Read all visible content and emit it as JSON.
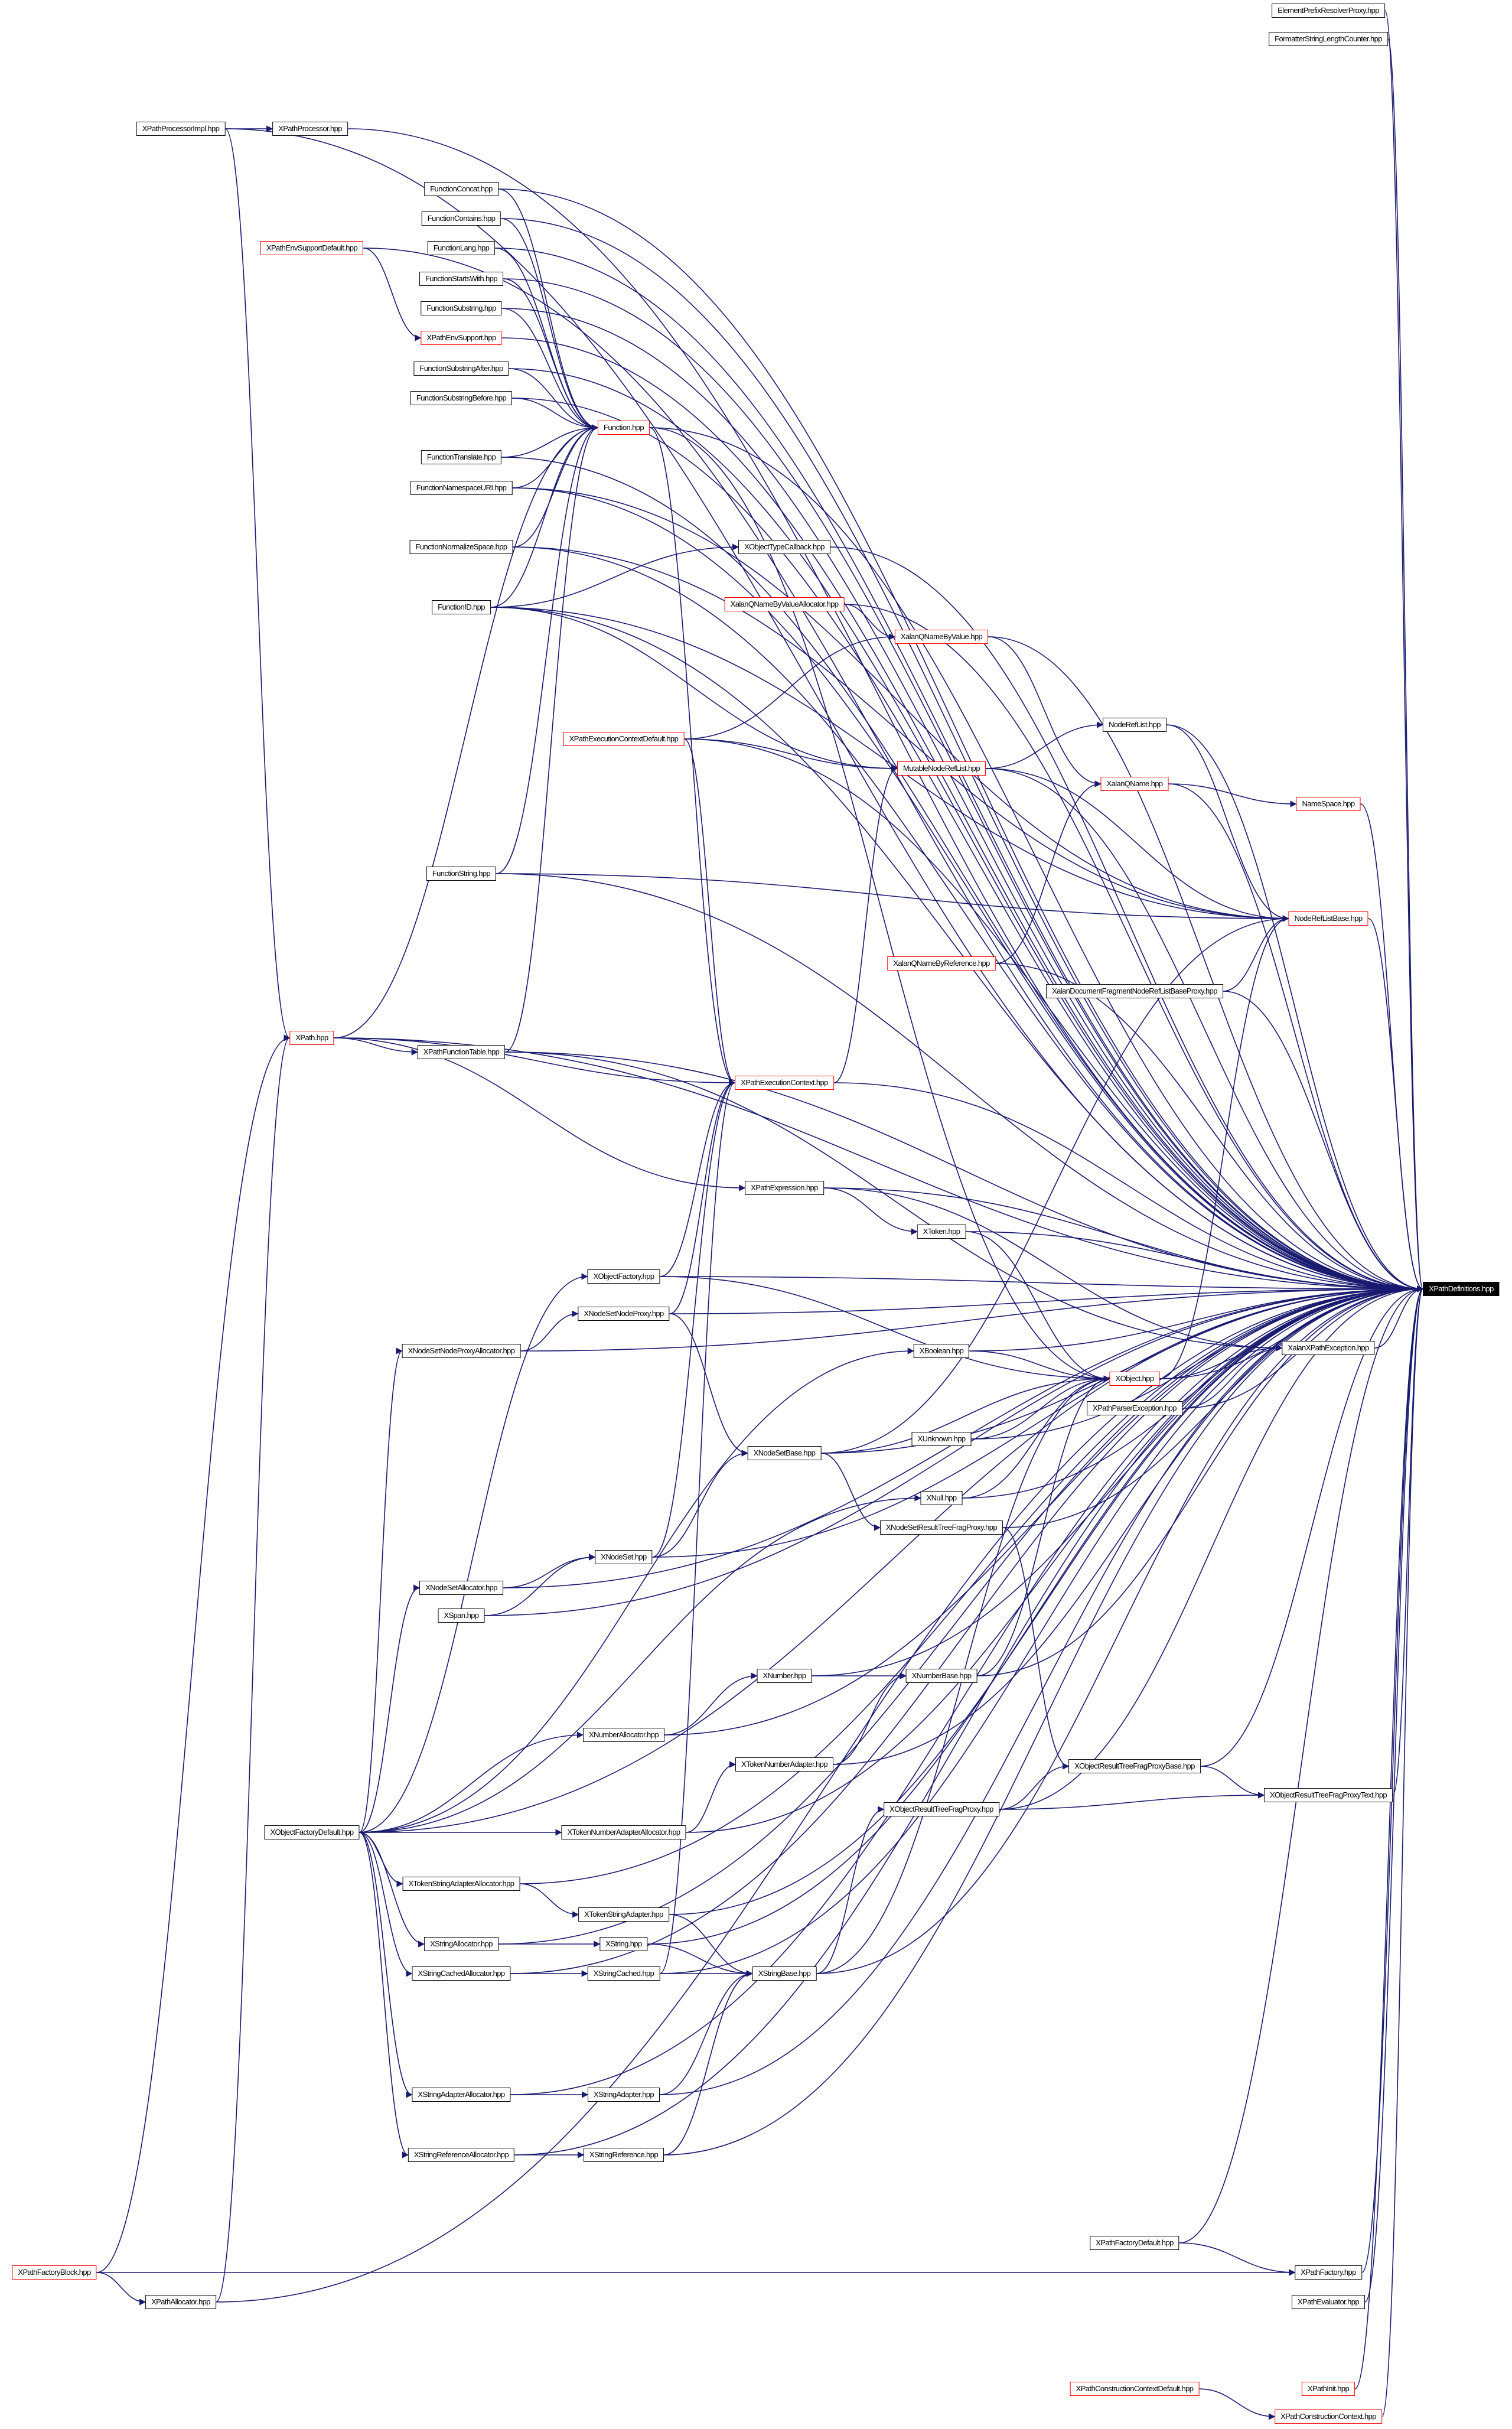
{
  "graph": {
    "edge_color": "#191970",
    "root": "XPathDefinitions.hpp",
    "nodes": [
      {
        "label": "ElementPrefixResolverProxy.hpp",
        "border": "#000000"
      },
      {
        "label": "FormatterStringLengthCounter.hpp",
        "border": "#000000"
      },
      {
        "label": "XPathProcessorImpl.hpp",
        "border": "#000000"
      },
      {
        "label": "XPathProcessor.hpp",
        "border": "#000000"
      },
      {
        "label": "FunctionConcat.hpp",
        "border": "#000000"
      },
      {
        "label": "FunctionContains.hpp",
        "border": "#000000"
      },
      {
        "label": "XPathEnvSupportDefault.hpp",
        "border": "#ff0000"
      },
      {
        "label": "FunctionLang.hpp",
        "border": "#000000"
      },
      {
        "label": "FunctionStartsWith.hpp",
        "border": "#000000"
      },
      {
        "label": "FunctionSubstring.hpp",
        "border": "#000000"
      },
      {
        "label": "XPathEnvSupport.hpp",
        "border": "#ff0000"
      },
      {
        "label": "FunctionSubstringAfter.hpp",
        "border": "#000000"
      },
      {
        "label": "FunctionSubstringBefore.hpp",
        "border": "#000000"
      },
      {
        "label": "Function.hpp",
        "border": "#ff0000"
      },
      {
        "label": "FunctionTranslate.hpp",
        "border": "#000000"
      },
      {
        "label": "FunctionNamespaceURI.hpp",
        "border": "#000000"
      },
      {
        "label": "FunctionNormalizeSpace.hpp",
        "border": "#000000"
      },
      {
        "label": "XObjectTypeCallback.hpp",
        "border": "#000000"
      },
      {
        "label": "FunctionID.hpp",
        "border": "#000000"
      },
      {
        "label": "XalanQNameByValueAllocator.hpp",
        "border": "#ff0000"
      },
      {
        "label": "XalanQNameByValue.hpp",
        "border": "#ff0000"
      },
      {
        "label": "XPathExecutionContextDefault.hpp",
        "border": "#ff0000"
      },
      {
        "label": "NodeRefList.hpp",
        "border": "#000000"
      },
      {
        "label": "MutableNodeRefList.hpp",
        "border": "#ff0000"
      },
      {
        "label": "XalanQName.hpp",
        "border": "#ff0000"
      },
      {
        "label": "NameSpace.hpp",
        "border": "#ff0000"
      },
      {
        "label": "FunctionString.hpp",
        "border": "#000000"
      },
      {
        "label": "NodeRefListBase.hpp",
        "border": "#ff0000"
      },
      {
        "label": "XalanQNameByReference.hpp",
        "border": "#ff0000"
      },
      {
        "label": "XalanDocumentFragmentNodeRefListBaseProxy.hpp",
        "border": "#000000"
      },
      {
        "label": "XPath.hpp",
        "border": "#ff0000"
      },
      {
        "label": "XPathFunctionTable.hpp",
        "border": "#000000"
      },
      {
        "label": "XPathExecutionContext.hpp",
        "border": "#ff0000"
      },
      {
        "label": "XPathExpression.hpp",
        "border": "#000000"
      },
      {
        "label": "XToken.hpp",
        "border": "#000000"
      },
      {
        "label": "XObjectFactory.hpp",
        "border": "#000000"
      },
      {
        "label": "XPathDefinitions.hpp",
        "border": "#000000"
      },
      {
        "label": "XNodeSetNodeProxy.hpp",
        "border": "#000000"
      },
      {
        "label": "XNodeSetNodeProxyAllocator.hpp",
        "border": "#000000"
      },
      {
        "label": "XBoolean.hpp",
        "border": "#000000"
      },
      {
        "label": "XalanXPathException.hpp",
        "border": "#000000"
      },
      {
        "label": "XObject.hpp",
        "border": "#ff0000"
      },
      {
        "label": "XPathParserException.hpp",
        "border": "#000000"
      },
      {
        "label": "XUnknown.hpp",
        "border": "#000000"
      },
      {
        "label": "XNodeSetBase.hpp",
        "border": "#000000"
      },
      {
        "label": "XNull.hpp",
        "border": "#000000"
      },
      {
        "label": "XNodeSetResultTreeFragProxy.hpp",
        "border": "#000000"
      },
      {
        "label": "XNodeSet.hpp",
        "border": "#000000"
      },
      {
        "label": "XNodeSetAllocator.hpp",
        "border": "#000000"
      },
      {
        "label": "XSpan.hpp",
        "border": "#000000"
      },
      {
        "label": "XNumber.hpp",
        "border": "#000000"
      },
      {
        "label": "XNumberBase.hpp",
        "border": "#000000"
      },
      {
        "label": "XNumberAllocator.hpp",
        "border": "#000000"
      },
      {
        "label": "XTokenNumberAdapter.hpp",
        "border": "#000000"
      },
      {
        "label": "XObjectResultTreeFragProxyBase.hpp",
        "border": "#000000"
      },
      {
        "label": "XObjectResultTreeFragProxyText.hpp",
        "border": "#000000"
      },
      {
        "label": "XObjectResultTreeFragProxy.hpp",
        "border": "#000000"
      },
      {
        "label": "XObjectFactoryDefault.hpp",
        "border": "#000000"
      },
      {
        "label": "XTokenNumberAdapterAllocator.hpp",
        "border": "#000000"
      },
      {
        "label": "XTokenStringAdapterAllocator.hpp",
        "border": "#000000"
      },
      {
        "label": "XTokenStringAdapter.hpp",
        "border": "#000000"
      },
      {
        "label": "XStringAllocator.hpp",
        "border": "#000000"
      },
      {
        "label": "XString.hpp",
        "border": "#000000"
      },
      {
        "label": "XStringCachedAllocator.hpp",
        "border": "#000000"
      },
      {
        "label": "XStringCached.hpp",
        "border": "#000000"
      },
      {
        "label": "XStringBase.hpp",
        "border": "#000000"
      },
      {
        "label": "XStringAdapterAllocator.hpp",
        "border": "#000000"
      },
      {
        "label": "XStringAdapter.hpp",
        "border": "#000000"
      },
      {
        "label": "XStringReferenceAllocator.hpp",
        "border": "#000000"
      },
      {
        "label": "XStringReference.hpp",
        "border": "#000000"
      },
      {
        "label": "XPathFactoryDefault.hpp",
        "border": "#000000"
      },
      {
        "label": "XPathFactoryBlock.hpp",
        "border": "#ff0000"
      },
      {
        "label": "XPathFactory.hpp",
        "border": "#000000"
      },
      {
        "label": "XPathAllocator.hpp",
        "border": "#000000"
      },
      {
        "label": "XPathEvaluator.hpp",
        "border": "#000000"
      },
      {
        "label": "XPathConstructionContextDefault.hpp",
        "border": "#ff0000"
      },
      {
        "label": "XPathInit.hpp",
        "border": "#ff0000"
      },
      {
        "label": "XPathConstructionContext.hpp",
        "border": "#ff0000"
      }
    ],
    "edges": [
      [
        2,
        3
      ],
      [
        2,
        30
      ],
      [
        6,
        10
      ],
      [
        4,
        13
      ],
      [
        5,
        13
      ],
      [
        7,
        13
      ],
      [
        8,
        13
      ],
      [
        9,
        13
      ],
      [
        11,
        13
      ],
      [
        12,
        13
      ],
      [
        14,
        13
      ],
      [
        15,
        13
      ],
      [
        16,
        13
      ],
      [
        18,
        13
      ],
      [
        26,
        13
      ],
      [
        31,
        13
      ],
      [
        30,
        13
      ],
      [
        13,
        32
      ],
      [
        13,
        41
      ],
      [
        31,
        40
      ],
      [
        30,
        31
      ],
      [
        30,
        32
      ],
      [
        30,
        33
      ],
      [
        18,
        17
      ],
      [
        18,
        23
      ],
      [
        18,
        27
      ],
      [
        15,
        27
      ],
      [
        26,
        27
      ],
      [
        16,
        27
      ],
      [
        19,
        20
      ],
      [
        20,
        24
      ],
      [
        21,
        20
      ],
      [
        21,
        23
      ],
      [
        21,
        32
      ],
      [
        23,
        22
      ],
      [
        23,
        27
      ],
      [
        22,
        27
      ],
      [
        24,
        25
      ],
      [
        28,
        24
      ],
      [
        29,
        27
      ],
      [
        32,
        23
      ],
      [
        33,
        34
      ],
      [
        33,
        40
      ],
      [
        34,
        41
      ],
      [
        35,
        32
      ],
      [
        35,
        41
      ],
      [
        37,
        32
      ],
      [
        37,
        44
      ],
      [
        38,
        37
      ],
      [
        39,
        41
      ],
      [
        41,
        27
      ],
      [
        41,
        40
      ],
      [
        42,
        40
      ],
      [
        43,
        41
      ],
      [
        44,
        41
      ],
      [
        44,
        27
      ],
      [
        44,
        46
      ],
      [
        45,
        41
      ],
      [
        46,
        54
      ],
      [
        47,
        44
      ],
      [
        47,
        32
      ],
      [
        48,
        47
      ],
      [
        49,
        47
      ],
      [
        50,
        51
      ],
      [
        51,
        41
      ],
      [
        52,
        50
      ],
      [
        53,
        51
      ],
      [
        54,
        55
      ],
      [
        56,
        54
      ],
      [
        56,
        55
      ],
      [
        57,
        35
      ],
      [
        57,
        38
      ],
      [
        57,
        39
      ],
      [
        57,
        45
      ],
      [
        57,
        48
      ],
      [
        57,
        52
      ],
      [
        57,
        58
      ],
      [
        57,
        59
      ],
      [
        57,
        61
      ],
      [
        57,
        63
      ],
      [
        57,
        66
      ],
      [
        57,
        68
      ],
      [
        58,
        53
      ],
      [
        59,
        60
      ],
      [
        60,
        65
      ],
      [
        61,
        62
      ],
      [
        62,
        65
      ],
      [
        63,
        64
      ],
      [
        64,
        65
      ],
      [
        64,
        32
      ],
      [
        65,
        56
      ],
      [
        65,
        41
      ],
      [
        66,
        67
      ],
      [
        67,
        65
      ],
      [
        68,
        69
      ],
      [
        69,
        65
      ],
      [
        70,
        72
      ],
      [
        71,
        72
      ],
      [
        71,
        73
      ],
      [
        71,
        30
      ],
      [
        73,
        30
      ],
      [
        75,
        77
      ]
    ]
  }
}
